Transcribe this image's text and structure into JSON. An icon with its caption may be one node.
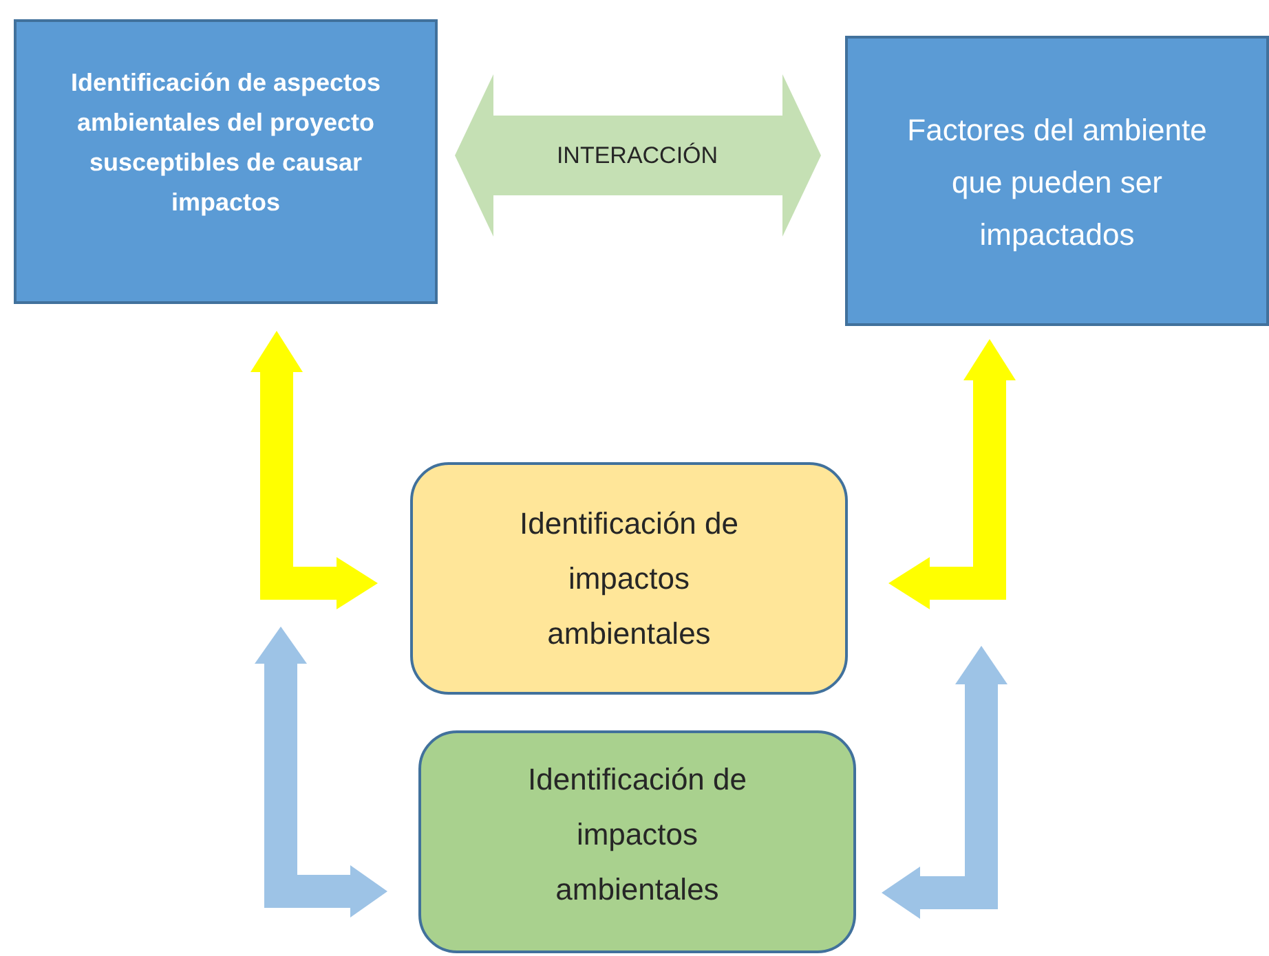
{
  "diagram": {
    "nodes": [
      {
        "text": [
          "Identificación de aspectos ambientales del proyecto susceptibles de causar impactos"
        ]
      },
      {
        "text": [
          "Factores del ambiente que pueden ser impactados"
        ]
      },
      {
        "text": [
          "Identificación de impactos ambientales"
        ]
      },
      {
        "text": [
          "Identificación de impactos ambientales"
        ]
      }
    ],
    "edges": [
      {
        "from": 0,
        "to": 1,
        "arrow": "both",
        "label": "INTERACCIÓN",
        "style": "thick",
        "color": "#c5e0b4"
      },
      {
        "from": 0,
        "to": 2,
        "arrow": "both",
        "color": "#ffff00"
      },
      {
        "from": 1,
        "to": 2,
        "arrow": "both",
        "color": "#ffff00"
      },
      {
        "from": 2,
        "to": 3,
        "arrow": "both",
        "color": "#9dc3e6"
      },
      {
        "from": null,
        "to": 3,
        "arrow": "both",
        "color": "#9dc3e6"
      }
    ]
  }
}
